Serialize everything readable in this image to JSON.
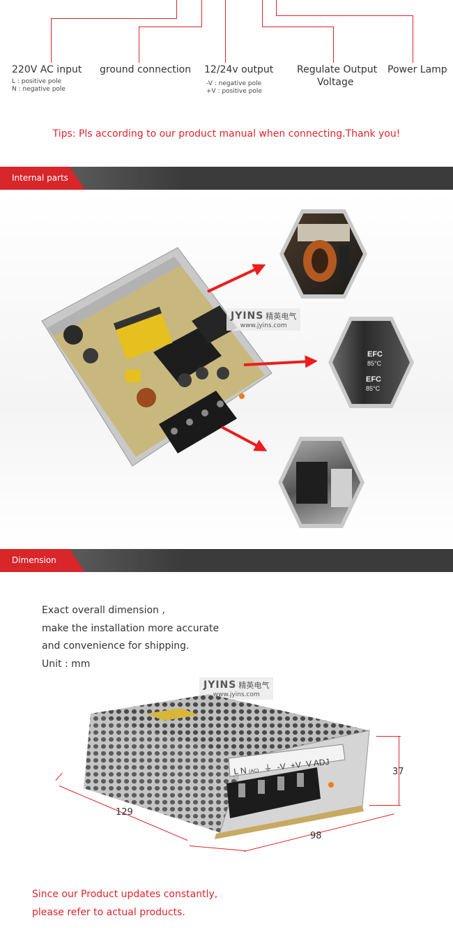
{
  "terminals": [
    {
      "label": "220V AC input",
      "sub": [
        "L : positive pole",
        "N : negative pole"
      ]
    },
    {
      "label": "ground connection",
      "sub": []
    },
    {
      "label": "12/24v output",
      "sub": [
        "-V : negative pole",
        "+V : positive pole"
      ]
    },
    {
      "label": "Regulate Output",
      "label2": "Voltage",
      "sub": []
    },
    {
      "label": "Power Lamp",
      "sub": []
    }
  ],
  "tips": "Tips: Pls according to our product manual when connecting.Thank you!",
  "sections": {
    "internal": "Internal parts",
    "dimension": "Dimension"
  },
  "watermark": {
    "brand": "JYINS",
    "cn": "精英电气",
    "url": "www.jyins.com"
  },
  "capacitor_text": {
    "brand": "EFC",
    "temp": "85°C"
  },
  "terminal_panel": [
    "L N",
    "(AC)",
    "⏚",
    "-V",
    "+V",
    "V ADJ"
  ],
  "dimension_text": [
    "Exact overall dimension ,",
    "make the installation more accurate",
    "and convenience for shipping.",
    "Unit : mm"
  ],
  "dimensions": {
    "length": "129",
    "width": "98",
    "height": "37"
  },
  "footer_note": [
    "Since our Product updates constantly,",
    "please refer to actual products."
  ],
  "colors": {
    "accent": "#e2232a",
    "banner": "#3b3b3b"
  }
}
